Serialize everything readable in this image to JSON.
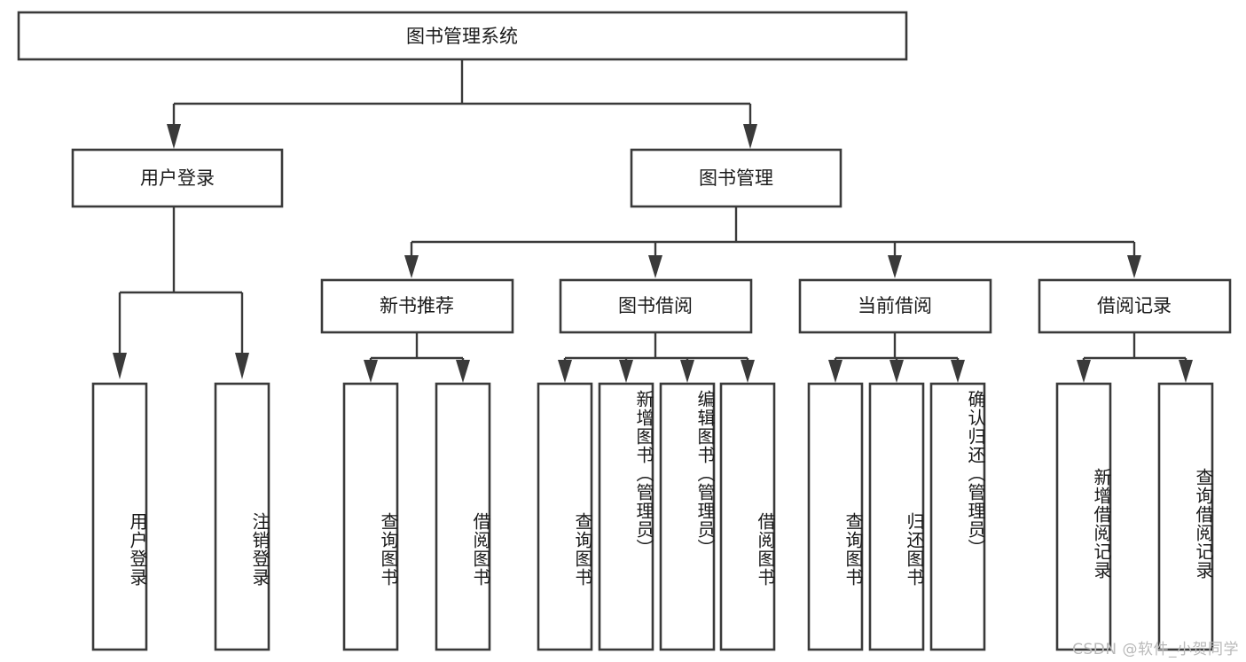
{
  "diagram": {
    "type": "hierarchy-tree",
    "title": "图书管理系统",
    "watermark": "CSDN @软件_小贺同学",
    "colors": {
      "stroke": "#3a3a3a",
      "fill": "#ffffff",
      "text": "#1a1a1a",
      "watermark": "#b9b9b9",
      "background": "#ffffff"
    },
    "root": {
      "id": "root",
      "label": "图书管理系统"
    },
    "level2": [
      {
        "id": "user-login",
        "label": "用户登录"
      },
      {
        "id": "book-manage",
        "label": "图书管理"
      }
    ],
    "level3": [
      {
        "id": "new-book-rec",
        "label": "新书推荐",
        "parent": "book-manage"
      },
      {
        "id": "book-borrow",
        "label": "图书借阅",
        "parent": "book-manage"
      },
      {
        "id": "current-borrow",
        "label": "当前借阅",
        "parent": "book-manage"
      },
      {
        "id": "borrow-record",
        "label": "借阅记录",
        "parent": "book-manage"
      }
    ],
    "leaves": [
      {
        "id": "leaf-user-login",
        "label": "用户登录",
        "parent": "user-login"
      },
      {
        "id": "leaf-logout",
        "label": "注销登录",
        "parent": "user-login"
      },
      {
        "id": "leaf-query-book-rec",
        "label": "查询图书",
        "parent": "new-book-rec"
      },
      {
        "id": "leaf-borrow-book-rec",
        "label": "借阅图书",
        "parent": "new-book-rec"
      },
      {
        "id": "leaf-query-book-borrow",
        "label": "查询图书",
        "parent": "book-borrow"
      },
      {
        "id": "leaf-add-book",
        "label": "新增图书（管理员）",
        "parent": "book-borrow"
      },
      {
        "id": "leaf-edit-book",
        "label": "编辑图书（管理员）",
        "parent": "book-borrow"
      },
      {
        "id": "leaf-borrow-book",
        "label": "借阅图书",
        "parent": "book-borrow"
      },
      {
        "id": "leaf-query-book-current",
        "label": "查询图书",
        "parent": "current-borrow"
      },
      {
        "id": "leaf-return-book",
        "label": "归还图书",
        "parent": "current-borrow"
      },
      {
        "id": "leaf-confirm-return",
        "label": "确认归还（管理员）",
        "parent": "current-borrow"
      },
      {
        "id": "leaf-add-record",
        "label": "新增借阅记录",
        "parent": "borrow-record"
      },
      {
        "id": "leaf-query-record",
        "label": "查询借阅记录",
        "parent": "borrow-record"
      }
    ]
  }
}
